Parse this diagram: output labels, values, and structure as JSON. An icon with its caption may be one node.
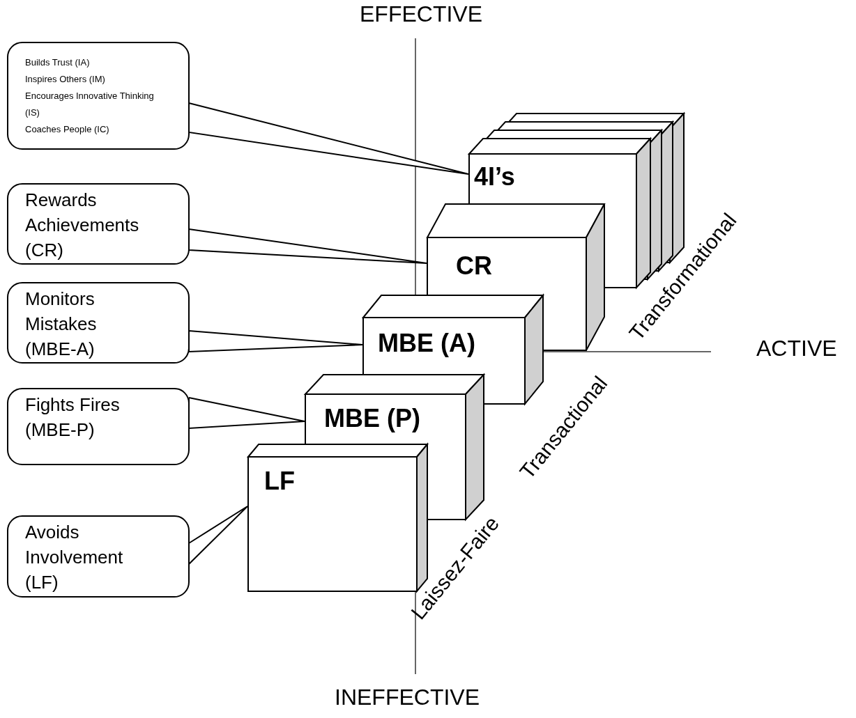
{
  "diagram": {
    "nodes": [
      {
        "text": [
          "Builds Trust (IA)",
          "Inspires Others (IM)",
          "Encourages Innovative Thinking (IS)",
          "Coaches People (IC)"
        ]
      },
      {
        "text": [
          "Rewards Achievements (CR)"
        ]
      },
      {
        "text": [
          "Monitors Mistakes (MBE-A)"
        ]
      },
      {
        "text": [
          "Fights Fires (MBE-P)"
        ]
      },
      {
        "text": [
          "Avoids Involvement (LF)"
        ]
      },
      {
        "text": [
          "4I’s"
        ]
      },
      {
        "text": [
          "CR"
        ]
      },
      {
        "text": [
          "MBE (A)"
        ]
      },
      {
        "text": [
          "MBE (P)"
        ]
      },
      {
        "text": [
          "LF"
        ]
      }
    ],
    "edges": [
      {
        "from": 0,
        "to": 5,
        "arrow": "none"
      },
      {
        "from": 1,
        "to": 6,
        "arrow": "none"
      },
      {
        "from": 2,
        "to": 7,
        "arrow": "none"
      },
      {
        "from": 3,
        "to": 8,
        "arrow": "none"
      },
      {
        "from": 4,
        "to": 9,
        "arrow": "none"
      }
    ],
    "labels": [
      "EFFECTIVE",
      "INEFFECTIVE",
      "ACTIVE",
      "Laissez-Faire",
      "Transactional",
      "Transformational"
    ]
  }
}
